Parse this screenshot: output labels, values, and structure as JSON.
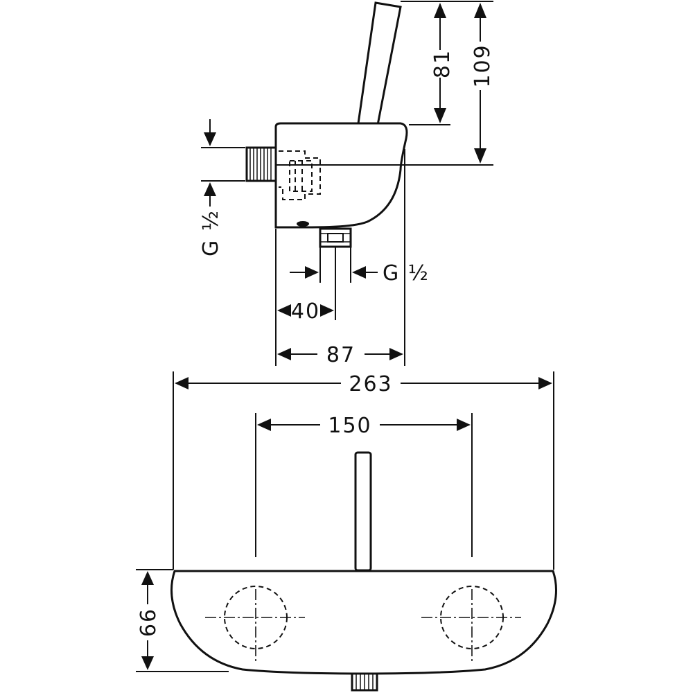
{
  "drawing": {
    "dimensions": {
      "handle_height_81": "81",
      "total_height_109": "109",
      "inlet_thread_left": "G ½",
      "outlet_thread": "G ½",
      "offset_40": "40",
      "depth_87": "87",
      "total_width_263": "263",
      "centers_150": "150",
      "front_height_66": "66"
    }
  }
}
